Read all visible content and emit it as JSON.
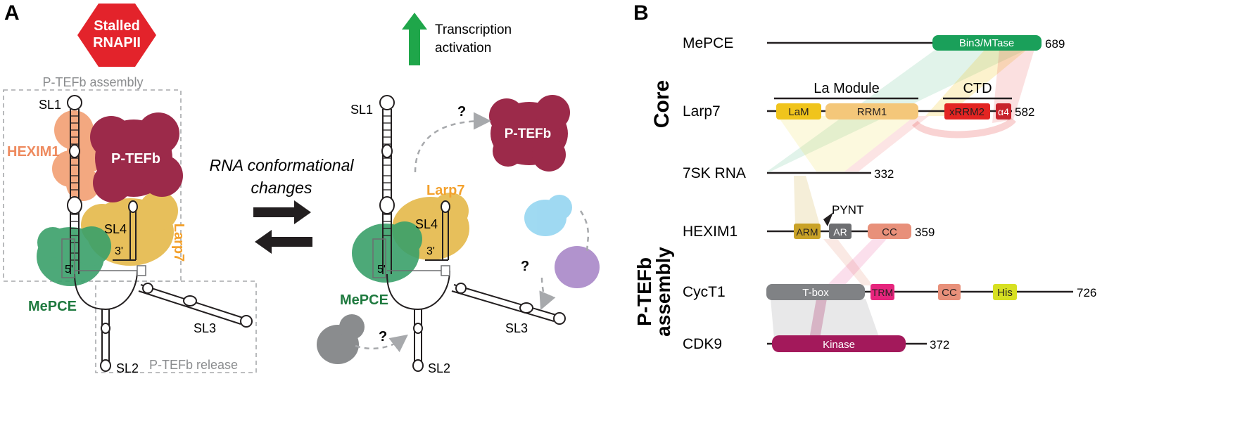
{
  "panelA": {
    "label": "A",
    "stop_sign": {
      "line1": "Stalled",
      "line2": "RNAPII",
      "color": "#e3232b"
    },
    "assembly_box_label": "P-TEFb assembly",
    "release_box_label": "P-TEFb release",
    "left": {
      "sl1": "SL1",
      "sl2": "SL2",
      "sl3": "SL3",
      "sl4": "SL4",
      "end5": "5'",
      "end3": "3'",
      "hexim1": "HEXIM1",
      "ptefb": "P-TEFb",
      "larp7": "Larp7",
      "mepce": "MePCE"
    },
    "center": {
      "line1": "RNA conformational",
      "line2": "changes"
    },
    "activation": {
      "line1": "Transcription",
      "line2": "activation",
      "arrow_color": "#1fa64a"
    },
    "right": {
      "sl1": "SL1",
      "sl2": "SL2",
      "sl3": "SL3",
      "sl4": "SL4",
      "end5": "5'",
      "end3": "3'",
      "ptefb": "P-TEFb",
      "larp7": "Larp7",
      "mepce": "MePCE",
      "q1": "?",
      "q2": "?",
      "q3": "?"
    }
  },
  "panelB": {
    "label": "B",
    "group_core": "Core",
    "group_assembly_line1": "P-TEFb",
    "group_assembly_line2": "assembly",
    "rows": {
      "mepce": {
        "name": "MePCE",
        "length": "689",
        "domains": {
          "bin3": "Bin3/MTase"
        }
      },
      "larp7": {
        "name": "Larp7",
        "length": "582",
        "module_label": "La Module",
        "ctd_label": "CTD",
        "domains": {
          "lam": "LaM",
          "rrm1": "RRM1",
          "xrrm2": "xRRM2",
          "a4": "α4"
        }
      },
      "rna": {
        "name": "7SK RNA",
        "length": "332"
      },
      "hexim1": {
        "name": "HEXIM1",
        "length": "359",
        "motif": "PYNT",
        "domains": {
          "arm": "ARM",
          "ar": "AR",
          "cc": "CC"
        }
      },
      "cyct1": {
        "name": "CycT1",
        "length": "726",
        "domains": {
          "tbox": "T-box",
          "trm": "TRM",
          "cc": "CC",
          "his": "His"
        }
      },
      "cdk9": {
        "name": "CDK9",
        "length": "372",
        "domains": {
          "kinase": "Kinase"
        }
      }
    },
    "colors": {
      "mepce": "#1aa05a",
      "lam": "#f0c41c",
      "rrm1": "#f4c77a",
      "xrrm2": "#e32422",
      "a4": "#c8232c",
      "arm": "#c9a227",
      "ar": "#6d6e71",
      "cc": "#e8907a",
      "tbox": "#808285",
      "trm": "#e6257d",
      "his": "#d7e022",
      "kinase": "#a3195b"
    }
  }
}
